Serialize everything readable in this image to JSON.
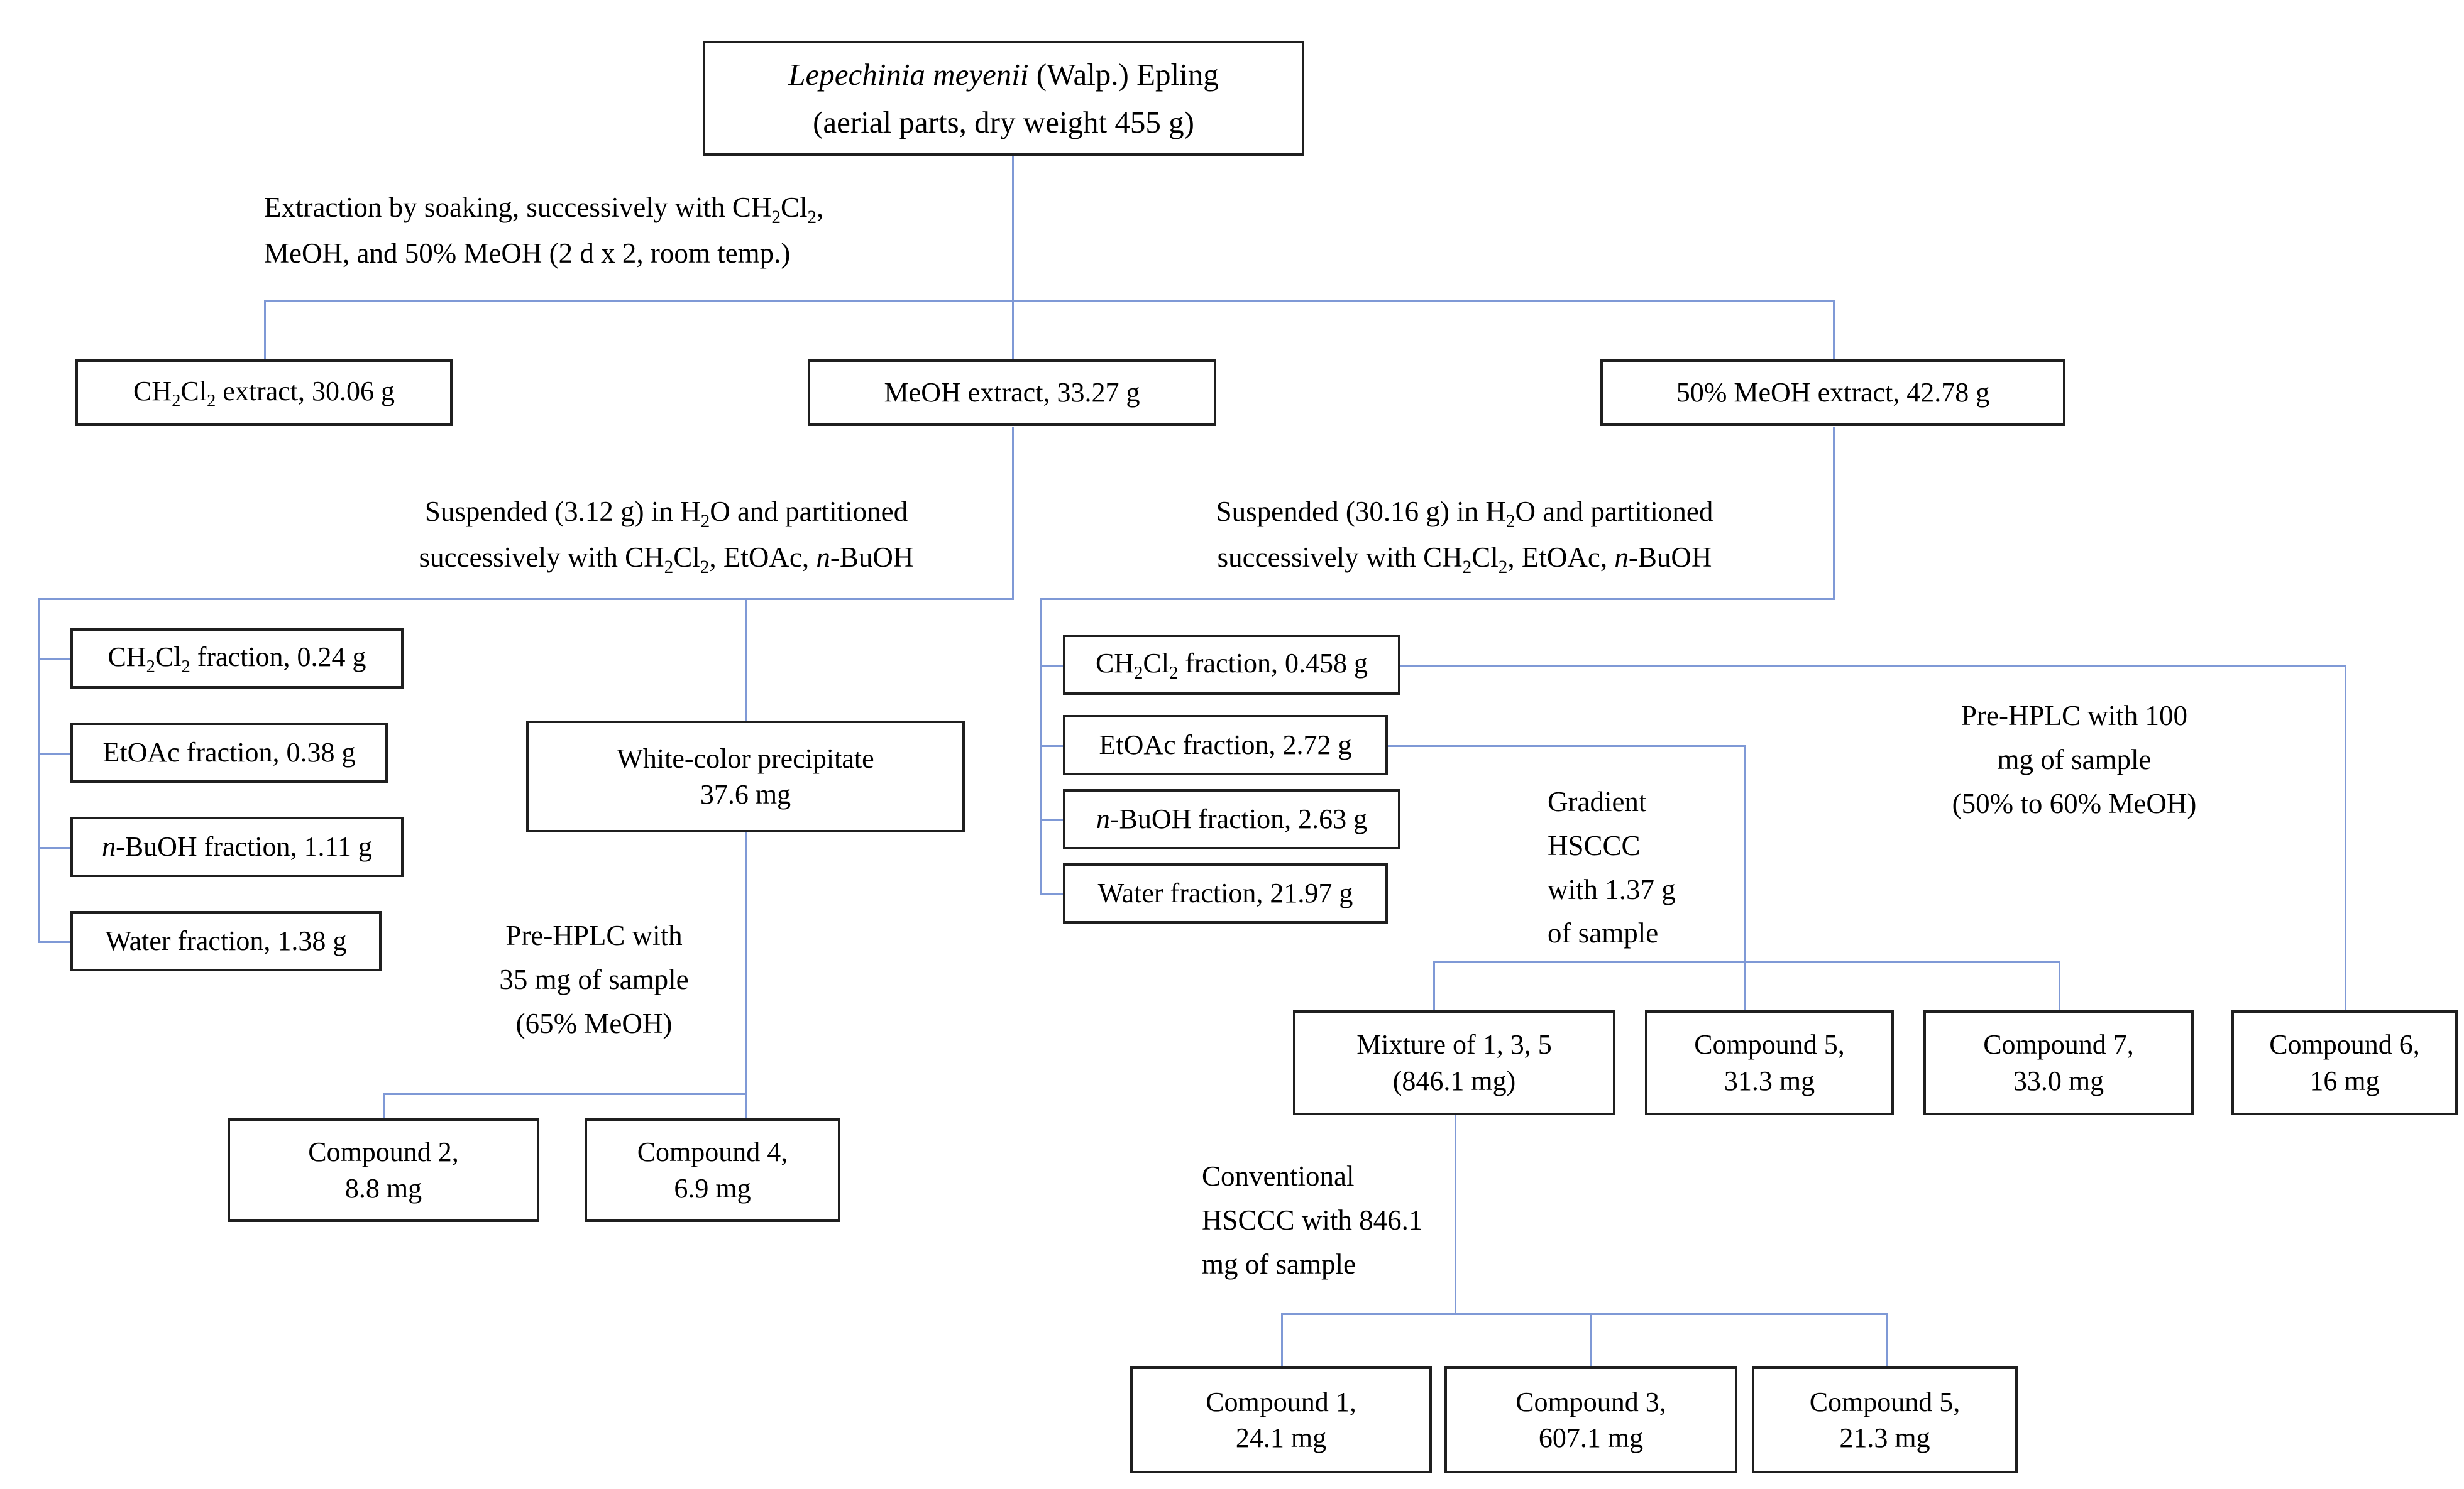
{
  "diagram": {
    "title_box": {
      "line1": "*Lepechinia meyenii* (Walp.) Epling",
      "line2": "(aerial parts, dry weight 455 g)"
    },
    "labels": {
      "extraction": {
        "line1": "Extraction by soaking, successively with CH~2~Cl~2~,",
        "line2": "MeOH, and 50% MeOH (2 d x 2, room temp.)"
      },
      "suspended_meoh": {
        "line1": "Suspended (3.12 g) in H~2~O and partitioned",
        "line2": "successively with CH~2~Cl~2~, EtOAc, *n*-BuOH"
      },
      "suspended_50meoh": {
        "line1": "Suspended (30.16 g) in H~2~O and partitioned",
        "line2": "successively with CH~2~Cl~2~, EtOAc, *n*-BuOH"
      },
      "pre_hplc_35": {
        "line1": "Pre-HPLC with",
        "line2": "35 mg of sample",
        "line3": "(65% MeOH)"
      },
      "gradient_hsccc": {
        "line1": "Gradient",
        "line2": "HSCCC",
        "line3": "with 1.37 g",
        "line4": "of sample"
      },
      "pre_hplc_100": {
        "line1": "Pre-HPLC with 100",
        "line2": "mg of sample",
        "line3": "(50% to 60% MeOH)"
      },
      "conventional_hsccc": {
        "line1": "Conventional",
        "line2": "HSCCC with 846.1",
        "line3": "mg of sample"
      }
    },
    "extracts": {
      "ch2cl2": "CH~2~Cl~2~ extract, 30.06 g",
      "meoh": "MeOH extract, 33.27 g",
      "meoh50": "50% MeOH extract, 42.78 g"
    },
    "meoh_fractions": {
      "ch2cl2": "CH~2~Cl~2~ fraction, 0.24 g",
      "etoac": "EtOAc fraction, 0.38 g",
      "nbuoh": "*n*-BuOH fraction, 1.11 g",
      "water": "Water fraction, 1.38 g"
    },
    "meoh50_fractions": {
      "ch2cl2": "CH~2~Cl~2~ fraction, 0.458 g",
      "etoac": "EtOAc fraction, 2.72 g",
      "nbuoh": "*n*-BuOH fraction, 2.63 g",
      "water": "Water fraction, 21.97 g"
    },
    "precipitate": {
      "line1": "White-color precipitate",
      "line2": "37.6 mg"
    },
    "products": {
      "compound2": {
        "line1": "Compound 2,",
        "line2": "8.8 mg"
      },
      "compound4": {
        "line1": "Compound 4,",
        "line2": "6.9 mg"
      },
      "mixture135": {
        "line1": "Mixture of 1, 3, 5",
        "line2": "(846.1 mg)"
      },
      "compound5_gradient": {
        "line1": "Compound 5,",
        "line2": "31.3 mg"
      },
      "compound7": {
        "line1": "Compound 7,",
        "line2": "33.0 mg"
      },
      "compound6": {
        "line1": "Compound 6,",
        "line2": "16 mg"
      },
      "compound1": {
        "line1": "Compound 1,",
        "line2": "24.1 mg"
      },
      "compound3": {
        "line1": "Compound 3,",
        "line2": "607.1 mg"
      },
      "compound5_conventional": {
        "line1": "Compound 5,",
        "line2": "21.3 mg"
      }
    },
    "colors": {
      "connector": "#7f99d6",
      "box_border": "#1f1f1f",
      "background": "#ffffff",
      "text": "#000000"
    }
  }
}
